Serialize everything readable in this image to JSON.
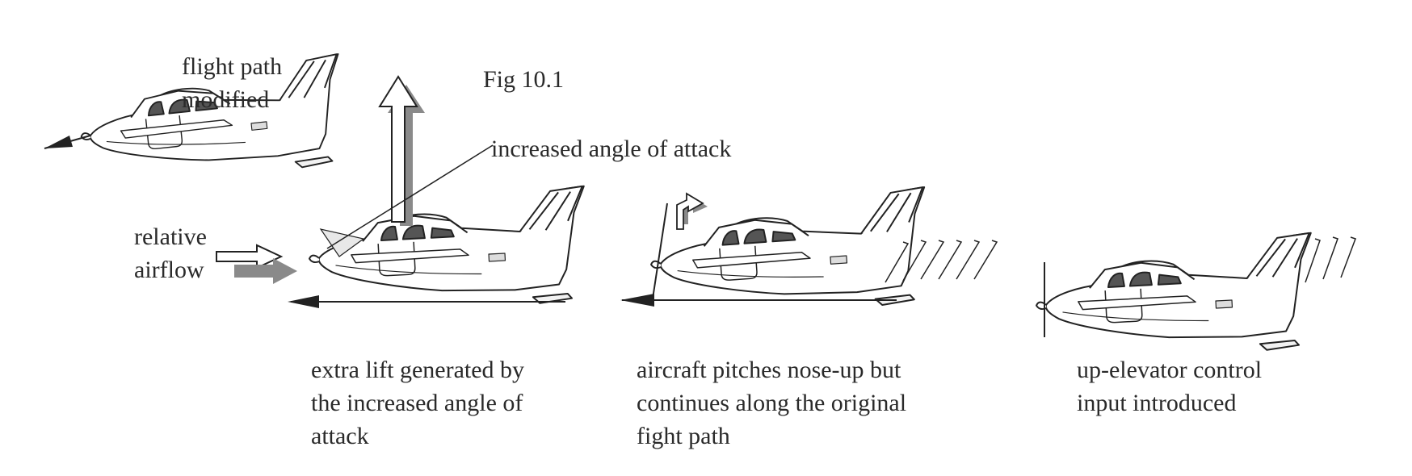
{
  "figure": {
    "title": "Fig 10.1"
  },
  "labels": {
    "flight_path": [
      "flight path",
      "modified"
    ],
    "angle_of_attack": "increased angle of attack",
    "relative_airflow": [
      "relative",
      "airflow"
    ],
    "stage1_caption": [
      "extra lift generated by",
      "the increased angle of",
      "attack"
    ],
    "stage2_caption": [
      "aircraft pitches nose-up but",
      "continues along the original",
      "fight path"
    ],
    "stage3_caption": [
      "up-elevator control",
      "input introduced"
    ]
  },
  "colors": {
    "line": "#222222",
    "shading": "#8a8a8a",
    "fill": "#ffffff"
  }
}
